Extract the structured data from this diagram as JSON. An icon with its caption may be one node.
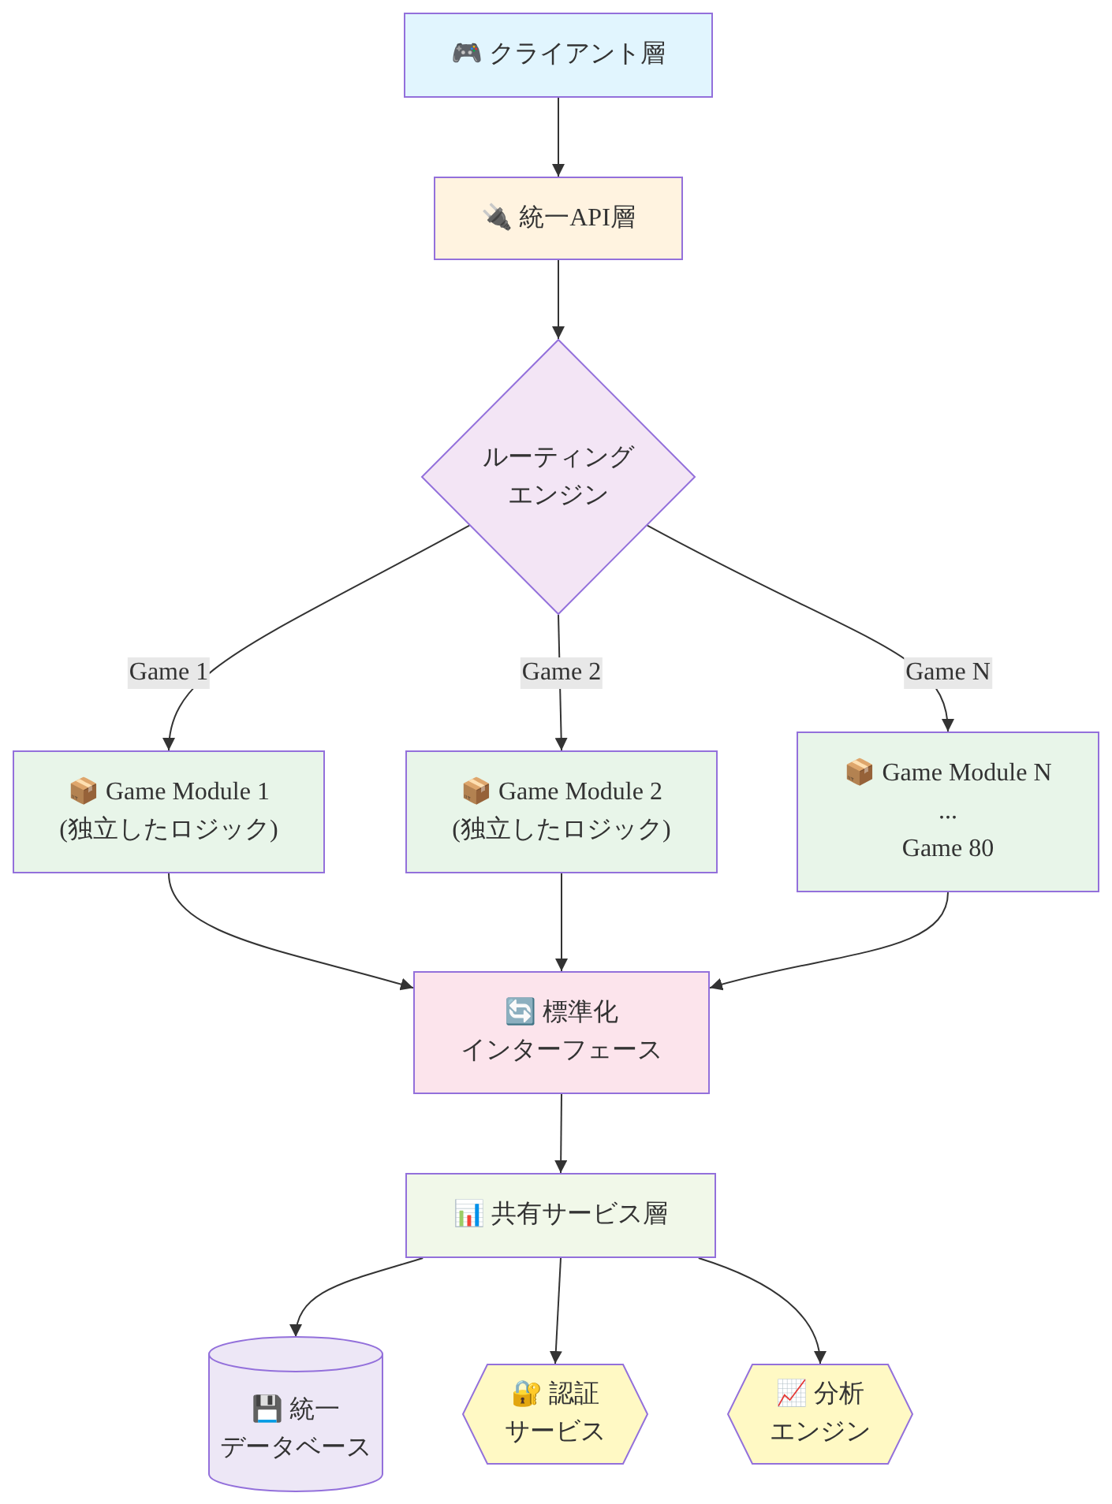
{
  "diagram": {
    "nodes": [
      {
        "text": [
          "🎮 クライアント層"
        ]
      },
      {
        "text": [
          "🔌 統一API層"
        ]
      },
      {
        "text": [
          "ルーティングエンジン"
        ]
      },
      {
        "text": [
          "📦 Game Module 1",
          "(独立したロジック)"
        ]
      },
      {
        "text": [
          "📦 Game Module 2",
          "(独立したロジック)"
        ]
      },
      {
        "text": [
          "📦 Game Module N",
          "...",
          "Game 80"
        ]
      },
      {
        "text": [
          "🔄 標準化インターフェース"
        ]
      },
      {
        "text": [
          "📊 共有サービス層"
        ]
      },
      {
        "text": [
          "💾 統一データベース"
        ]
      },
      {
        "text": [
          "🔐 認証サービス"
        ]
      },
      {
        "text": [
          "📈 分析エンジン"
        ]
      }
    ],
    "edges": [
      {
        "from": 0,
        "to": 1,
        "arrow": "to"
      },
      {
        "from": 1,
        "to": 2,
        "arrow": "to"
      },
      {
        "from": 2,
        "to": 3,
        "arrow": "to",
        "label": "Game 1"
      },
      {
        "from": 2,
        "to": 4,
        "arrow": "to",
        "label": "Game 2"
      },
      {
        "from": 2,
        "to": 5,
        "arrow": "to",
        "label": "Game N"
      },
      {
        "from": 3,
        "to": 6,
        "arrow": "to"
      },
      {
        "from": 4,
        "to": 6,
        "arrow": "to"
      },
      {
        "from": 5,
        "to": 6,
        "arrow": "to"
      },
      {
        "from": 6,
        "to": 7,
        "arrow": "to"
      },
      {
        "from": 7,
        "to": 8,
        "arrow": "to"
      },
      {
        "from": 7,
        "to": 9,
        "arrow": "to"
      },
      {
        "from": 7,
        "to": 10,
        "arrow": "to"
      }
    ]
  }
}
